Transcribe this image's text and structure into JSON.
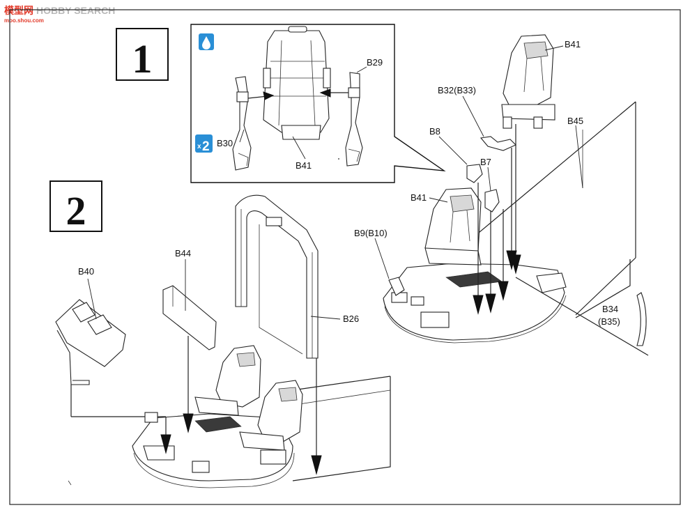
{
  "watermark": {
    "chinese": "模型网",
    "brand": "HOBBY SEARCH",
    "domain": "moo.shou.com"
  },
  "steps": {
    "step1": "1",
    "step2": "2"
  },
  "inset": {
    "glue_icon": "glue-drop-icon",
    "multiplier_x": "x",
    "multiplier_n": "2",
    "labels": {
      "b29": "B29",
      "b30": "B30",
      "b41": "B41"
    }
  },
  "parts": {
    "b41_top": "B41",
    "b32": "B32(B33)",
    "b8": "B8",
    "b7": "B7",
    "b45": "B45",
    "b41_mid": "B41",
    "b9": "B9(B10)",
    "b34": "B34",
    "b35": "(B35)",
    "b40": "B40",
    "b44": "B44",
    "b26": "B26"
  }
}
